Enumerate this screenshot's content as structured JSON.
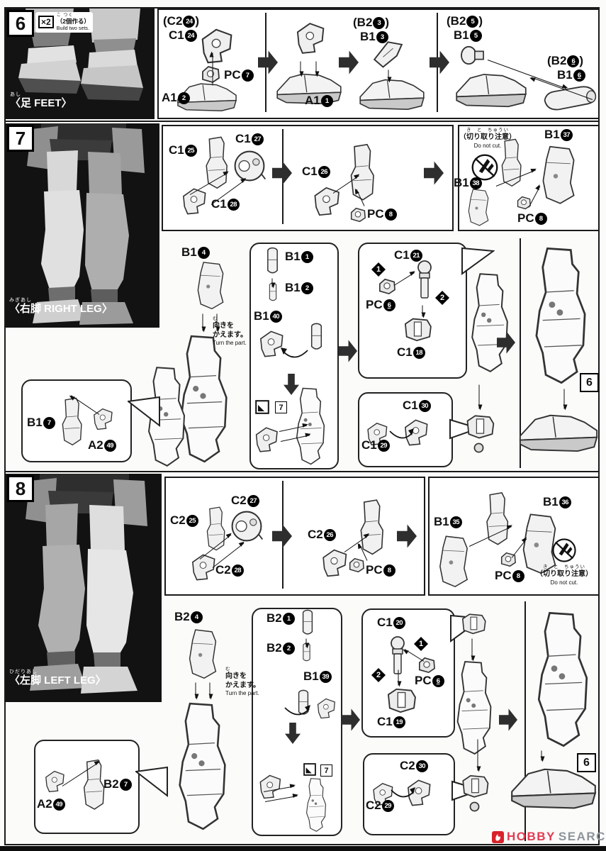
{
  "steps": {
    "s6": {
      "number": "6",
      "multiplier": "×2",
      "note_furigana": "こ つく",
      "note_jp": "（2個作る）",
      "note_en": "Build two sets.",
      "photo_furigana": "あし",
      "photo_label": "〈足 FEET〉"
    },
    "s7": {
      "number": "7",
      "photo_furigana": "みぎあし",
      "photo_label": "〈右脚 RIGHT LEG〉"
    },
    "s8": {
      "number": "8",
      "photo_furigana": "ひだりあし",
      "photo_label": "〈左脚 LEFT LEG〉"
    }
  },
  "notes": {
    "do_not_cut_furigana": "き　と　ちゅうい",
    "do_not_cut_jp": "（切り取り注意）",
    "do_not_cut_en": "Do not cut.",
    "turn_furigana": "む",
    "turn_jp_1": "向きを",
    "turn_jp_2": "かえます。",
    "turn_en": "Turn the part."
  },
  "markers": {
    "step1": "1",
    "step2": "2"
  },
  "refs": {
    "foot_assembly": "6",
    "sticker": "7"
  },
  "labels": {
    "s6": [
      {
        "pre": "(",
        "code": "C2",
        "num": "24",
        "post": ")"
      },
      {
        "code": "C1",
        "num": "24"
      },
      {
        "code": "PC",
        "num": "7"
      },
      {
        "code": "A1",
        "num": "2"
      },
      {
        "code": "A1",
        "num": "1"
      },
      {
        "pre": "(",
        "code": "B2",
        "num": "3",
        "post": ")"
      },
      {
        "code": "B1",
        "num": "3"
      },
      {
        "pre": "(",
        "code": "B2",
        "num": "5",
        "post": ")"
      },
      {
        "code": "B1",
        "num": "5"
      },
      {
        "pre": "(",
        "code": "B2",
        "num": "6",
        "post": ")",
        "underline": true
      },
      {
        "code": "B1",
        "num": "6",
        "underline": true
      }
    ],
    "s7": [
      {
        "code": "C1",
        "num": "25"
      },
      {
        "code": "C1",
        "num": "27"
      },
      {
        "code": "C1",
        "num": "28"
      },
      {
        "code": "C1",
        "num": "26"
      },
      {
        "code": "PC",
        "num": "8"
      },
      {
        "code": "B1",
        "num": "38"
      },
      {
        "code": "B1",
        "num": "37"
      },
      {
        "code": "PC",
        "num": "8"
      },
      {
        "code": "B1",
        "num": "4"
      },
      {
        "code": "B1",
        "num": "1"
      },
      {
        "code": "B1",
        "num": "2"
      },
      {
        "code": "B1",
        "num": "40"
      },
      {
        "code": "C1",
        "num": "21"
      },
      {
        "code": "PC",
        "num": "6",
        "underline": true
      },
      {
        "code": "C1",
        "num": "18"
      },
      {
        "code": "B1",
        "num": "7"
      },
      {
        "code": "A2",
        "num": "49"
      },
      {
        "code": "C1",
        "num": "30"
      },
      {
        "code": "C1",
        "num": "29"
      }
    ],
    "s8": [
      {
        "code": "C2",
        "num": "25"
      },
      {
        "code": "C2",
        "num": "27"
      },
      {
        "code": "C2",
        "num": "28"
      },
      {
        "code": "C2",
        "num": "26"
      },
      {
        "code": "PC",
        "num": "8"
      },
      {
        "code": "B1",
        "num": "35"
      },
      {
        "code": "B1",
        "num": "36"
      },
      {
        "code": "PC",
        "num": "8"
      },
      {
        "code": "B2",
        "num": "4"
      },
      {
        "code": "B2",
        "num": "1"
      },
      {
        "code": "B2",
        "num": "2"
      },
      {
        "code": "B1",
        "num": "39"
      },
      {
        "code": "C1",
        "num": "20"
      },
      {
        "code": "PC",
        "num": "6",
        "underline": true
      },
      {
        "code": "C1",
        "num": "19"
      },
      {
        "code": "A2",
        "num": "49"
      },
      {
        "code": "B2",
        "num": "7"
      },
      {
        "code": "C2",
        "num": "30"
      },
      {
        "code": "C2",
        "num": "29"
      }
    ]
  },
  "icons": {
    "no_cut": "no-cut-nipper-slash",
    "sticker": "foil-sticker-triangle",
    "logo": "hobby-search-flame"
  },
  "watermark": {
    "brand_red": "HOBBY",
    "brand_gray": "SEARCH"
  }
}
